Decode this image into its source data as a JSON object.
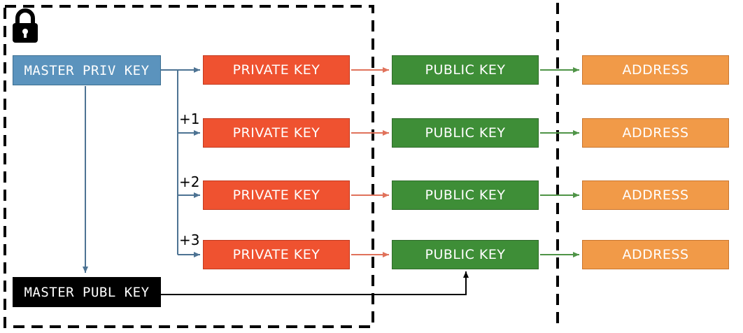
{
  "colors": {
    "master_priv": "#5b93bd",
    "master_pub": "#000000",
    "private_key": "#ef5230",
    "public_key": "#3e8e37",
    "address": "#f19a48",
    "arrow_blue": "#4d7393",
    "arrow_red": "#e0725b",
    "arrow_green": "#4f9447",
    "dashed_line": "#000000"
  },
  "icons": {
    "lock": "lock-icon"
  },
  "master": {
    "private_label": "MASTER PRIV KEY",
    "public_label": "MASTER PUBL KEY"
  },
  "rows": [
    {
      "offset": "",
      "private_label": "PRIVATE KEY",
      "public_label": "PUBLIC KEY",
      "address_label": "ADDRESS"
    },
    {
      "offset": "+1",
      "private_label": "PRIVATE KEY",
      "public_label": "PUBLIC KEY",
      "address_label": "ADDRESS"
    },
    {
      "offset": "+2",
      "private_label": "PRIVATE KEY",
      "public_label": "PUBLIC KEY",
      "address_label": "ADDRESS"
    },
    {
      "offset": "+3",
      "private_label": "PRIVATE KEY",
      "public_label": "PUBLIC KEY",
      "address_label": "ADDRESS"
    }
  ]
}
